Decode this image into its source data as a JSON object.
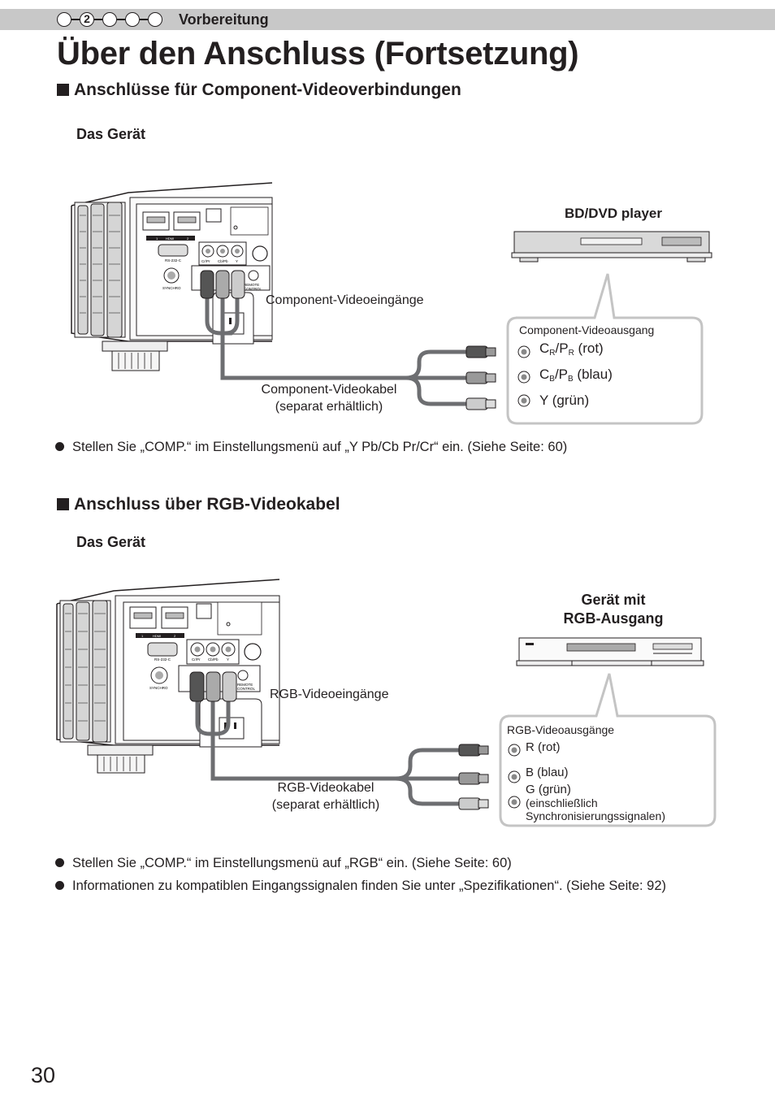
{
  "header": {
    "steps": [
      "",
      "2",
      "",
      "",
      ""
    ],
    "active_step": 2,
    "chapter": "Vorbereitung"
  },
  "page_title": "Über den Anschluss (Fortsetzung)",
  "section1": {
    "title": "Anschlüsse für Component-Videoverbindungen",
    "device_label": "Das Gerät",
    "player_label": "BD/DVD player",
    "inputs_label": "Component-Videoeingänge",
    "cable_label_line1": "Component-Videokabel",
    "cable_label_line2": "(separat erhältlich)",
    "output_box": {
      "title": "Component-Videoausgang",
      "items": [
        {
          "main": "C",
          "sub": "R",
          "sep": "/P",
          "sub2": "R",
          "suffix": " (rot)"
        },
        {
          "main": "C",
          "sub": "B",
          "sep": "/P",
          "sub2": "B",
          "suffix": " (blau)"
        },
        {
          "text": "Y (grün)"
        }
      ]
    },
    "bullet": "Stellen Sie „COMP.“ im Einstellungsmenü auf „Y Pb/Cb Pr/Cr“ ein.  (Siehe Seite: 60)"
  },
  "section2": {
    "title": "Anschluss über RGB-Videokabel",
    "device_label": "Das Gerät",
    "source_label_line1": "Gerät mit",
    "source_label_line2": "RGB-Ausgang",
    "inputs_label": "RGB-Videoeingänge",
    "cable_label_line1": "RGB-Videokabel",
    "cable_label_line2": "(separat erhältlich)",
    "output_box": {
      "title": "RGB-Videoausgänge",
      "r": "R (rot)",
      "b": "B (blau)",
      "g1": "G (grün)",
      "g2": "(einschließlich",
      "g3": "Synchronisierungssignalen)"
    },
    "bullets": [
      "Stellen Sie „COMP.“ im Einstellungsmenü auf „RGB“ ein. (Siehe Seite: 60)",
      "Informationen zu kompatiblen Eingangssignalen finden Sie unter „Spezifikationen“. (Siehe Seite: 92)"
    ]
  },
  "panel_labels": {
    "hdmi": "HDMI",
    "hdmi1": "1",
    "hdmi2": "2",
    "rs232": "RS-232-C",
    "synchro": "SYNCHRO",
    "crpr": "Cr/Pr",
    "cbpb": "Cb/Pb",
    "y": "Y",
    "remote1": "REMOTE",
    "remote2": "CONTROL"
  },
  "page_number": "30",
  "colors": {
    "header_bar": "#c8c8c8",
    "box_border": "#c4c4c4",
    "cable": "#6d6e71",
    "text": "#231f20"
  }
}
